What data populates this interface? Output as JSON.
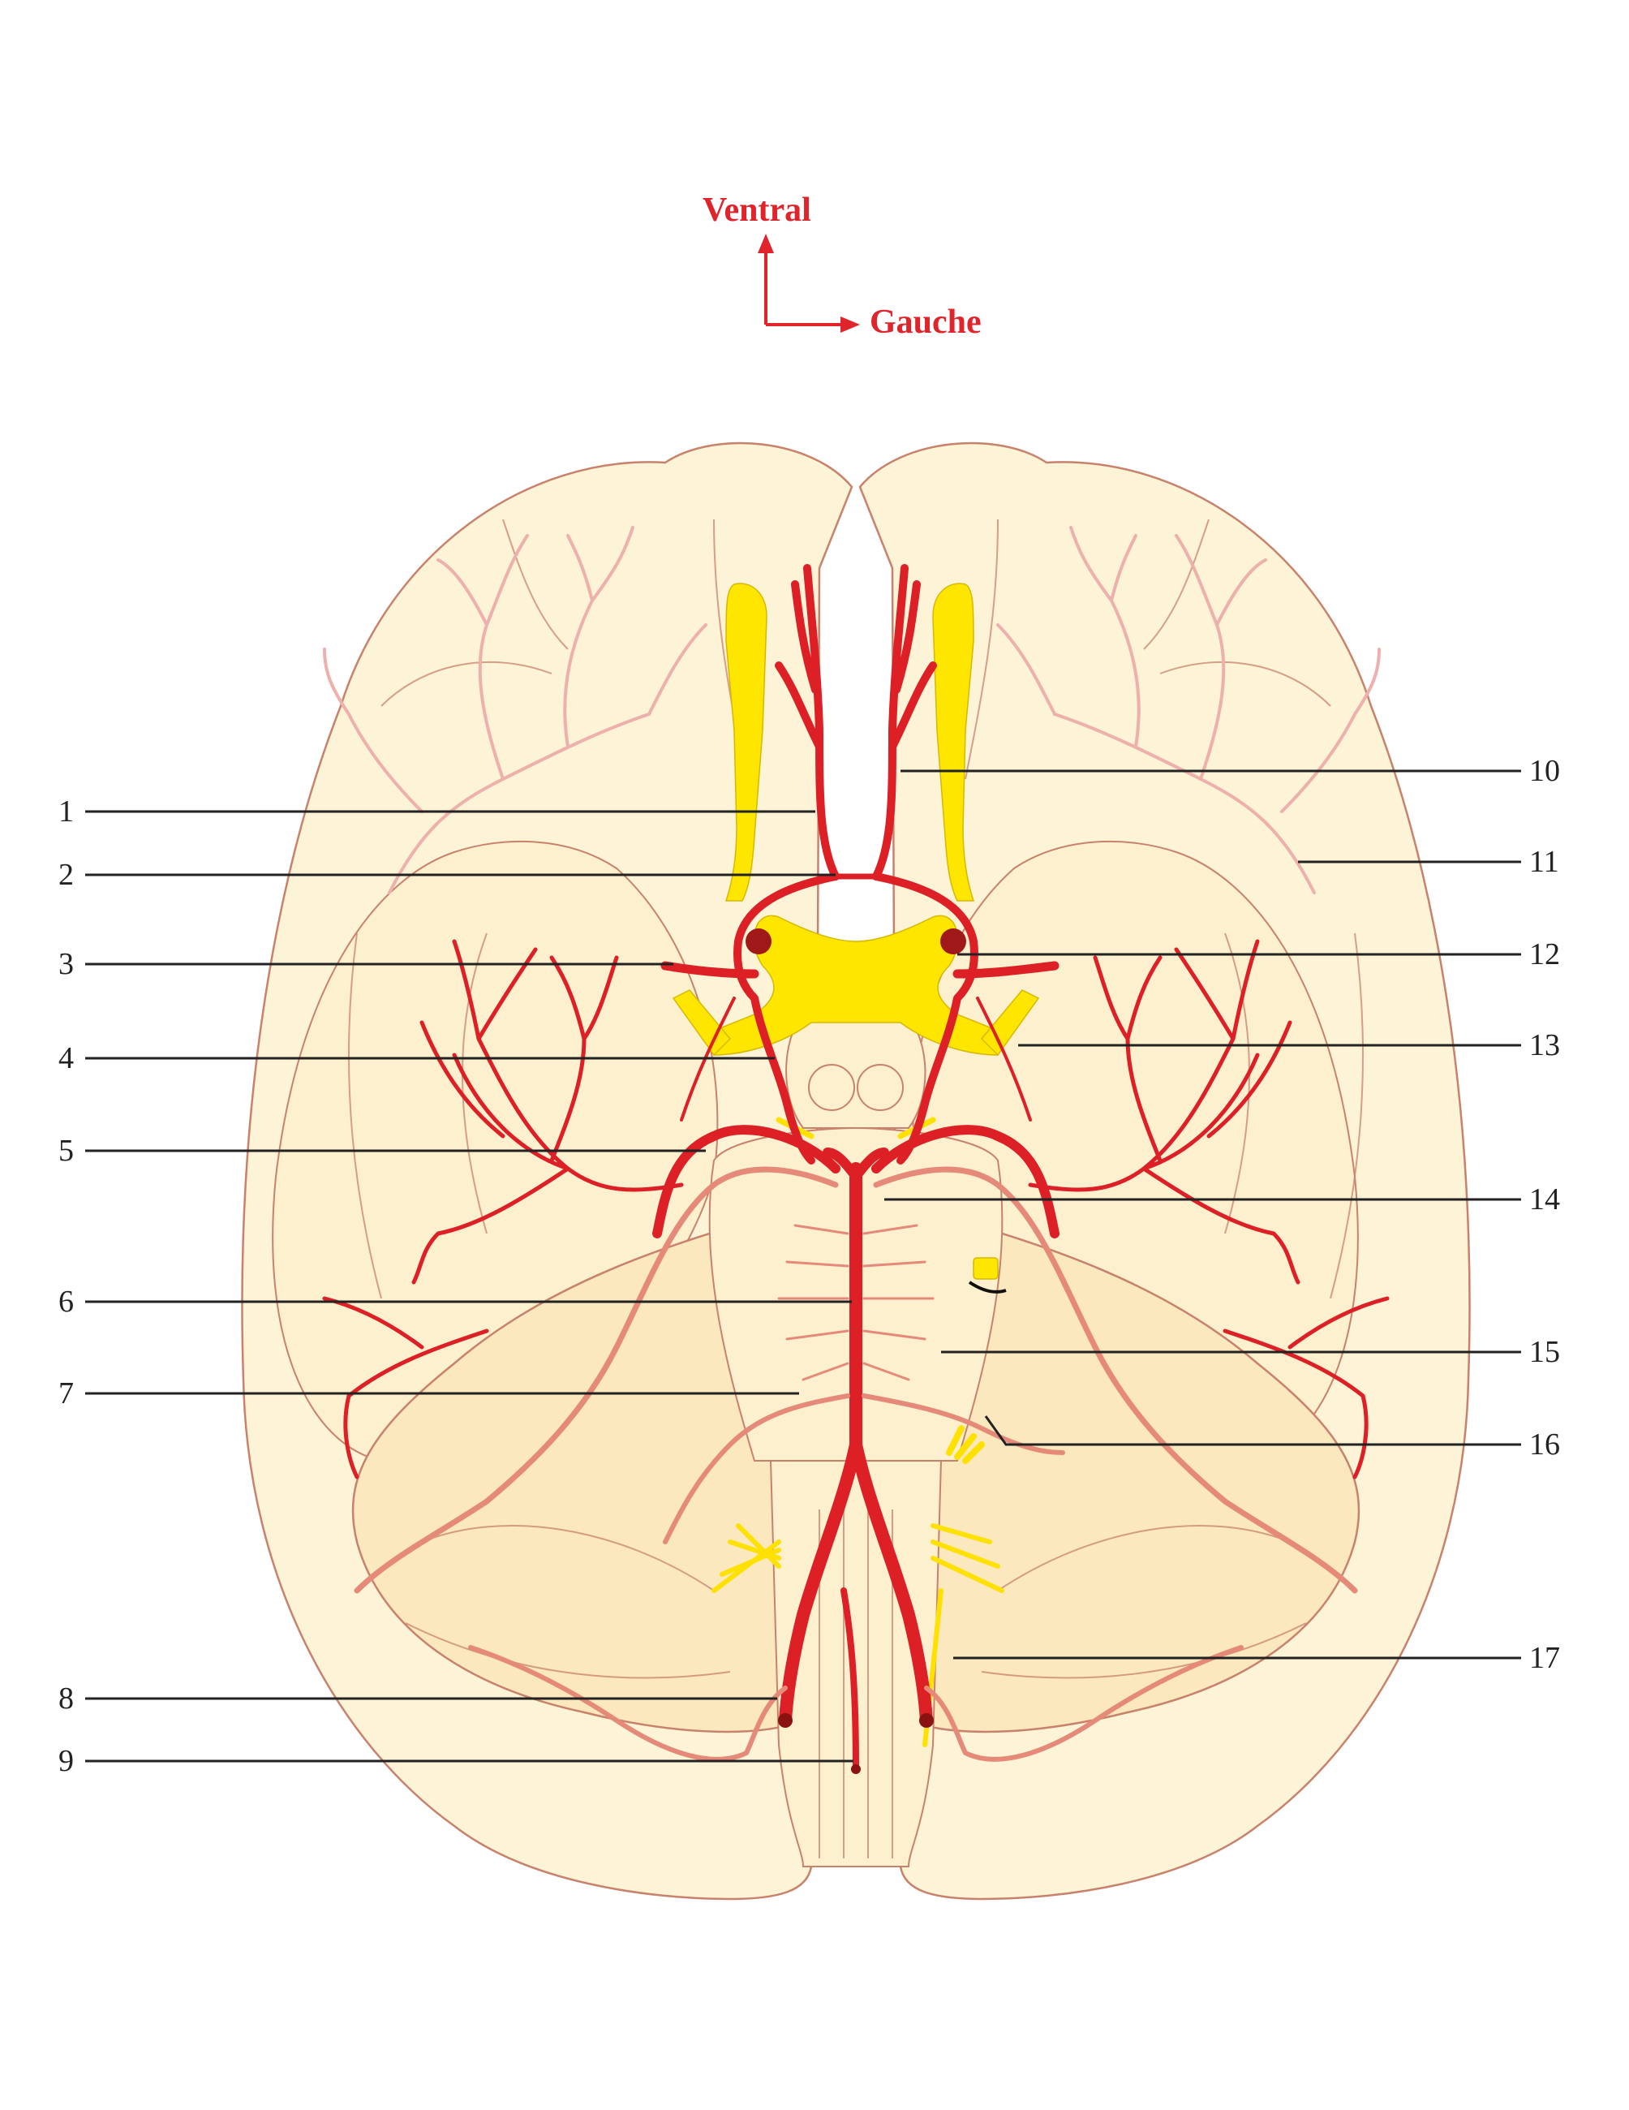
{
  "orientation": {
    "up_label": "Ventral",
    "right_label": "Gauche",
    "color": "#e0242b"
  },
  "labels": {
    "left": [
      "1",
      "2",
      "3",
      "4",
      "5",
      "6",
      "7",
      "8",
      "9"
    ],
    "right": [
      "10",
      "11",
      "12",
      "13",
      "14",
      "15",
      "16",
      "17"
    ]
  },
  "colors": {
    "artery": "#dd1f26",
    "artery_secondary": "#e58a78",
    "nerve": "#ffe600",
    "brain": "#fdf3d6",
    "outline": "#c8826c"
  }
}
